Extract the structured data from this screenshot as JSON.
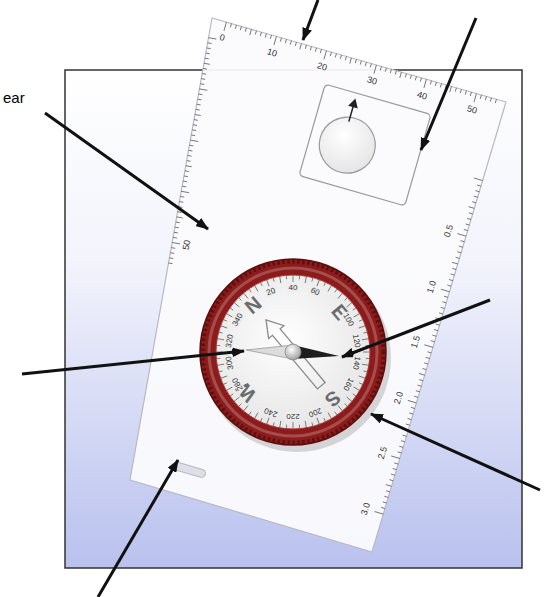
{
  "diagram": {
    "labels": [
      "ear",
      "0",
      "10",
      "20",
      "30",
      "40",
      "50",
      "50",
      "0.5",
      "1.0",
      "1.5",
      "2.0",
      "2.5",
      "3.0",
      "N",
      "20",
      "40",
      "60",
      "E",
      "100",
      "120",
      "140",
      "160",
      "S",
      "200",
      "220",
      "240",
      "W",
      "280",
      "300",
      "320",
      "340"
    ]
  }
}
